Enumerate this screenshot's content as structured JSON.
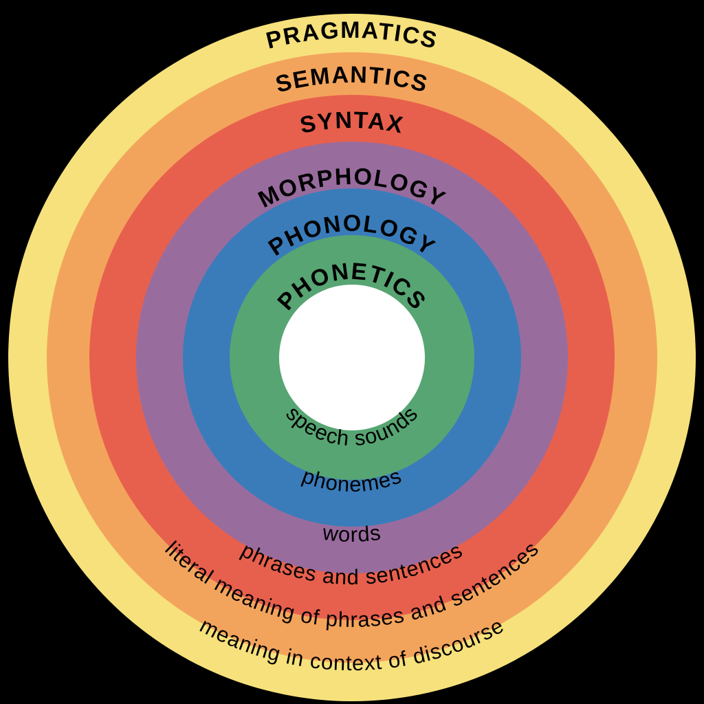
{
  "background_color": "#000000",
  "text_color": "#000000",
  "rings": [
    {
      "label": "PRAGMATICS",
      "description": "meaning in context of discourse",
      "color": "#f6e17c"
    },
    {
      "label": "SEMANTICS",
      "description": "literal meaning of phrases and sentences",
      "color": "#f3a45c"
    },
    {
      "label": "SYNTAX",
      "description": "phrases and sentences",
      "color": "#e7604d"
    },
    {
      "label": "MORPHOLOGY",
      "description": "words",
      "color": "#996c9e"
    },
    {
      "label": "PHONOLOGY",
      "description": "phonemes",
      "color": "#3a7cba"
    },
    {
      "label": "PHONETICS",
      "description": "speech sounds",
      "color": "#57a573"
    }
  ],
  "center_circle": {
    "color": "#ffffff"
  }
}
